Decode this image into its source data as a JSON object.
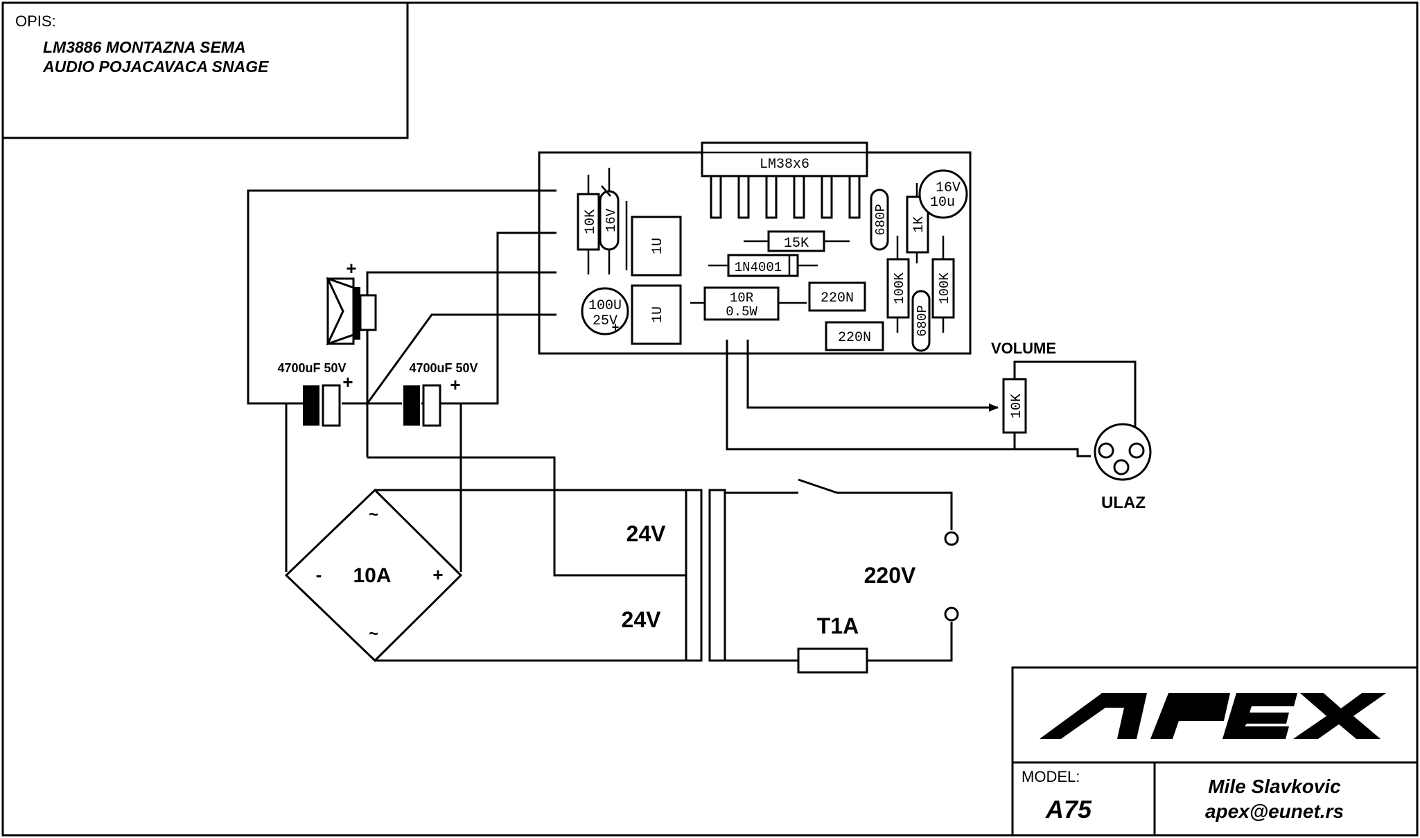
{
  "header": {
    "opis_label": "OPIS:",
    "desc_line1": "LM3886 MONTAZNA SEMA",
    "desc_line2": "AUDIO POJACAVACA SNAGE"
  },
  "pcb": {
    "ic_label": "LM38x6",
    "r_10k": "10K",
    "c_16v_small": "16V",
    "c_1u_a": "1U",
    "c_1u_b": "1U",
    "c_100u_line1": "100U",
    "c_100u_line2": "25V",
    "r_15k": "15K",
    "d_1n4001": "1N4001",
    "r_10r_line1": "10R",
    "r_10r_line2": "0.5W",
    "c_220n_a": "220N",
    "c_220n_b": "220N",
    "c_680p_a": "680P",
    "c_680p_b": "680P",
    "r_1k": "1K",
    "r_100k_a": "100K",
    "r_100k_b": "100K",
    "c_16v_line1": "16V",
    "c_16v_line2": "10u"
  },
  "power": {
    "cap_left": "4700uF 50V",
    "cap_right": "4700uF 50V",
    "plus": "+",
    "minus": "-",
    "tilde": "~",
    "bridge_rating": "10A",
    "sec_top": "24V",
    "sec_bottom": "24V",
    "mains": "220V",
    "fuse": "T1A"
  },
  "input": {
    "volume_label": "VOLUME",
    "pot_value": "10K",
    "connector_label": "ULAZ"
  },
  "title_block": {
    "logo": "APEX",
    "model_label": "MODEL:",
    "model_value": "A75",
    "author": "Mile Slavkovic",
    "email": "apex@eunet.rs"
  }
}
